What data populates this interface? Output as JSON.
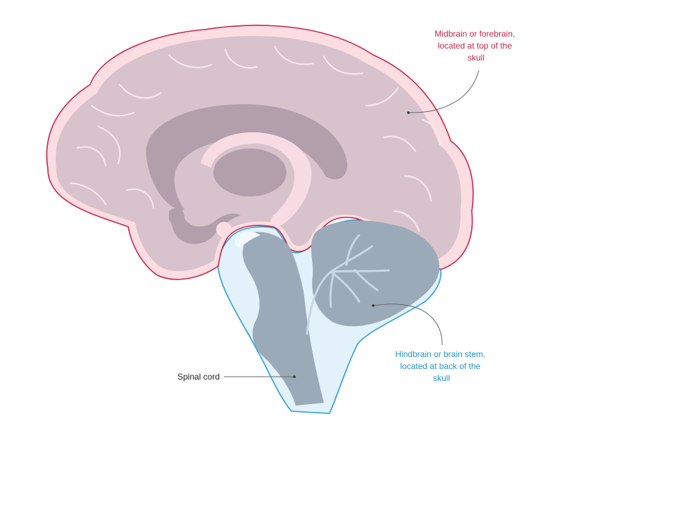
{
  "labels": {
    "forebrain": {
      "lines": [
        "Midbrain or forebrain,",
        "located at top of the",
        "skull"
      ]
    },
    "hindbrain": {
      "lines": [
        "Hindbrain or brain stem,",
        "located at back of the",
        "skull"
      ]
    },
    "spinal_cord": {
      "text": "Spinal cord"
    }
  },
  "colors": {
    "forebrain_outline": "#c8264a",
    "forebrain_label": "#c8264a",
    "forebrain_fill": "#d8c3cc",
    "forebrain_halo": "#fbdde2",
    "inner_structure": "#b39fab",
    "hindbrain_outline": "#2aa0d6",
    "hindbrain_label": "#1f95c9",
    "hindbrain_halo": "#e3f1fa",
    "hindbrain_fill": "#9aaab8",
    "spinal_label": "#222222",
    "leader_line": "#666666"
  }
}
